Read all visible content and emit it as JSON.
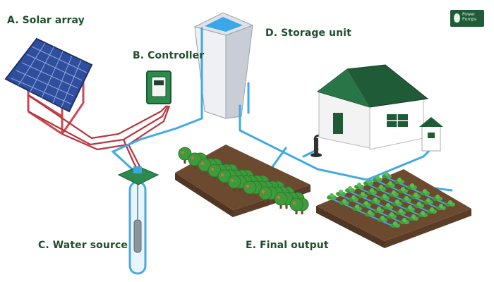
{
  "labels": {
    "solar_array": "A. Solar array",
    "controller": "B. Controller",
    "water_source": "C. Water source",
    "storage_unit": "D. Storage unit",
    "final_output": "E. Final output"
  },
  "logo": {
    "line1": "Power",
    "line2": "Pumps"
  },
  "colors": {
    "label_text": "#1d4f2a",
    "water_pipe": "#3fa9e6",
    "power_cable": "#b8323b",
    "house_roof": "#1f5b37",
    "soil": "#6b4a30",
    "foliage": "#3e9b3c",
    "solar_panel": "#2f4f9e"
  }
}
